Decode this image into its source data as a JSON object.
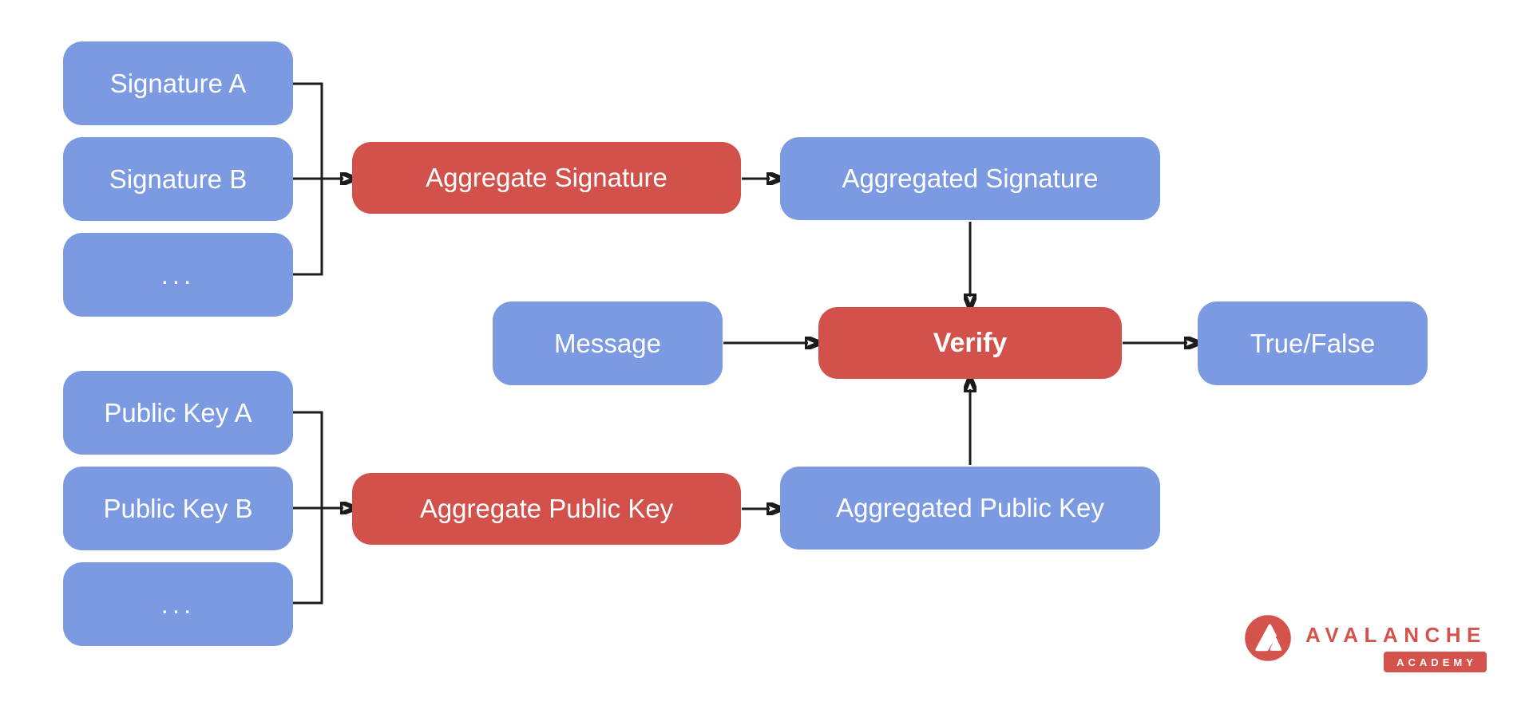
{
  "diagram": {
    "colors": {
      "box_blue": "#7B9AE2",
      "box_red": "#D3514B",
      "connector_black": "#1C1C1C",
      "box_text_white": "#FFFFFF",
      "logo_red": "#D5534D"
    },
    "nodes": {
      "signature_a": "Signature A",
      "signature_b": "Signature B",
      "signature_more": "...",
      "aggregate_signature": "Aggregate Signature",
      "aggregated_signature": "Aggregated Signature",
      "message": "Message",
      "verify": "Verify",
      "true_false": "True/False",
      "public_key_a": "Public Key A",
      "public_key_b": "Public Key B",
      "public_key_more": "...",
      "aggregate_public_key": "Aggregate Public Key",
      "aggregated_public_key": "Aggregated Public Key"
    }
  },
  "logo": {
    "brand": "AVALANCHE",
    "badge": "ACADEMY"
  }
}
